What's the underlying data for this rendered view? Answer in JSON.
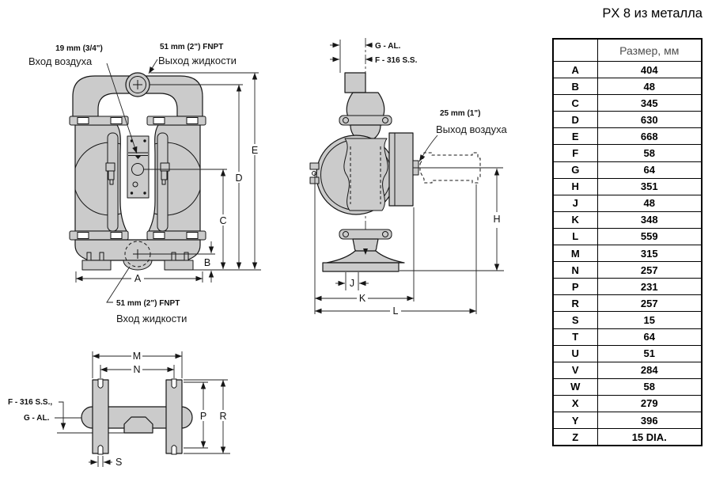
{
  "title": "PX 8 из металла",
  "table": {
    "header": "Размер, мм",
    "rows": [
      [
        "A",
        "404"
      ],
      [
        "B",
        "48"
      ],
      [
        "C",
        "345"
      ],
      [
        "D",
        "630"
      ],
      [
        "E",
        "668"
      ],
      [
        "F",
        "58"
      ],
      [
        "G",
        "64"
      ],
      [
        "H",
        "351"
      ],
      [
        "J",
        "48"
      ],
      [
        "K",
        "348"
      ],
      [
        "L",
        "559"
      ],
      [
        "M",
        "315"
      ],
      [
        "N",
        "257"
      ],
      [
        "P",
        "231"
      ],
      [
        "R",
        "257"
      ],
      [
        "S",
        "15"
      ],
      [
        "T",
        "64"
      ],
      [
        "U",
        "51"
      ],
      [
        "V",
        "284"
      ],
      [
        "W",
        "58"
      ],
      [
        "X",
        "279"
      ],
      [
        "Y",
        "396"
      ],
      [
        "Z",
        "15 DIA."
      ]
    ]
  },
  "front_view": {
    "air_inlet_size": "19 mm (3/4\")",
    "air_inlet_label": "Вход воздуха",
    "fluid_outlet_size": "51 mm (2\") FNPT",
    "fluid_outlet_label": "Выход жидкости",
    "fluid_inlet_size": "51 mm (2\") FNPT",
    "fluid_inlet_label": "Вход жидкости",
    "dims": {
      "a": "A",
      "b": "B",
      "c": "C",
      "d": "D",
      "e": "E"
    }
  },
  "side_view": {
    "dim_g_label": "G - AL.",
    "dim_f_label": "F - 316 S.S.",
    "air_exhaust_size": "25 mm (1\")",
    "air_exhaust_label": "Выход воздуха",
    "dims": {
      "h": "H",
      "j": "J",
      "k": "K",
      "l": "L"
    }
  },
  "bottom_view": {
    "material_f_label": "F - 316 S.S.,",
    "material_g_label": "G - AL.",
    "dims": {
      "m": "M",
      "n": "N",
      "p": "P",
      "r": "R",
      "s": "S"
    }
  },
  "colors": {
    "body_fill": "#cbcbcb",
    "line": "#161616"
  }
}
